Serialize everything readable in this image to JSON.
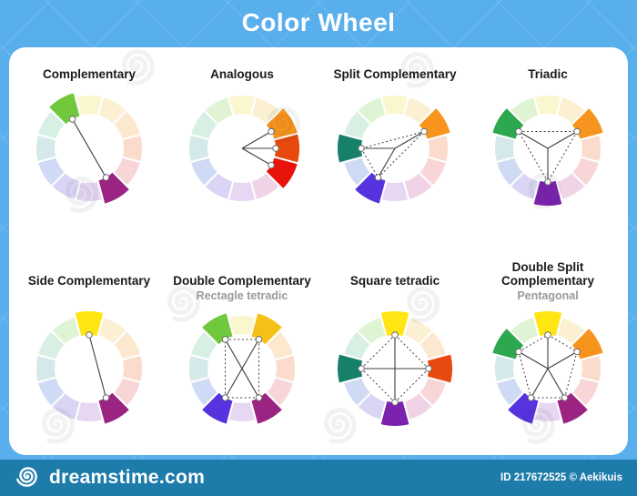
{
  "header": {
    "title": "Color Wheel"
  },
  "palette": {
    "pale": [
      "#FAF6CE",
      "#FCF0D2",
      "#FCE8CF",
      "#FBDCCC",
      "#F8D6D8",
      "#F1D3E7",
      "#E7D7F3",
      "#DAD5F4",
      "#CFDAF5",
      "#D6E9EA",
      "#D8F0E3",
      "#DFF4D4"
    ],
    "vivid": [
      "#FFE613",
      "#F6C117",
      "#F7941E",
      "#E8490F",
      "#E8140C",
      "#9B2482",
      "#7B22AE",
      "#5633DE",
      "#3B6FE0",
      "#17806A",
      "#2EA84E",
      "#71C83C"
    ]
  },
  "wheels": [
    {
      "title": "Complementary",
      "subtitle": "",
      "highlights": [
        11,
        5
      ],
      "solid_lines": [
        [
          11,
          5
        ]
      ],
      "dotted_lines": []
    },
    {
      "title": "Analogous",
      "subtitle": "",
      "highlights": [
        2,
        3,
        4
      ],
      "solid_lines": [
        [
          "C",
          2
        ],
        [
          "C",
          3
        ],
        [
          "C",
          4
        ]
      ],
      "dotted_lines": []
    },
    {
      "title": "Split Complementary",
      "subtitle": "",
      "highlights": [
        2,
        7,
        9
      ],
      "solid_lines": [
        [
          "C",
          2
        ],
        [
          "C",
          7
        ],
        [
          "C",
          9
        ]
      ],
      "dotted_lines": [
        [
          2,
          9
        ],
        [
          9,
          7
        ],
        [
          7,
          2
        ]
      ]
    },
    {
      "title": "Triadic",
      "subtitle": "",
      "highlights": [
        2,
        6,
        10
      ],
      "solid_lines": [
        [
          "C",
          2
        ],
        [
          "C",
          6
        ],
        [
          "C",
          10
        ]
      ],
      "dotted_lines": [
        [
          2,
          6
        ],
        [
          6,
          10
        ],
        [
          10,
          2
        ]
      ]
    },
    {
      "title": "Side Complementary",
      "subtitle": "",
      "highlights": [
        0,
        5
      ],
      "solid_lines": [
        [
          0,
          5
        ]
      ],
      "dotted_lines": []
    },
    {
      "title": "Double Complementary",
      "subtitle": "Rectagle tetradic",
      "highlights": [
        11,
        1,
        5,
        7
      ],
      "solid_lines": [
        [
          11,
          5
        ],
        [
          1,
          7
        ]
      ],
      "dotted_lines": [
        [
          11,
          1
        ],
        [
          1,
          5
        ],
        [
          5,
          7
        ],
        [
          7,
          11
        ]
      ]
    },
    {
      "title": "Square tetradic",
      "subtitle": "",
      "highlights": [
        0,
        3,
        6,
        9
      ],
      "solid_lines": [
        [
          "C",
          0
        ],
        [
          "C",
          3
        ],
        [
          "C",
          6
        ],
        [
          "C",
          9
        ]
      ],
      "dotted_lines": [
        [
          0,
          3
        ],
        [
          3,
          6
        ],
        [
          6,
          9
        ],
        [
          9,
          0
        ]
      ]
    },
    {
      "title": "Double Split Complementary",
      "subtitle": "Pentagonal",
      "highlights": [
        0,
        2,
        5,
        7,
        10
      ],
      "solid_lines": [
        [
          "C",
          0
        ],
        [
          "C",
          2
        ],
        [
          "C",
          5
        ],
        [
          "C",
          7
        ],
        [
          "C",
          10
        ]
      ],
      "dotted_lines": [
        [
          0,
          2
        ],
        [
          2,
          5
        ],
        [
          5,
          7
        ],
        [
          7,
          10
        ],
        [
          10,
          0
        ]
      ]
    }
  ],
  "footer": {
    "site": "dreamstime.com",
    "credit": "ID 217672525 © Aekikuis"
  },
  "colors": {
    "background": "#58AFEC",
    "footer_bar": "#1E7CAB",
    "card": "#FFFFFF",
    "line": "#3F3F3F",
    "node_stroke": "#6A6A6A",
    "title_text": "#1A1A1A",
    "subtitle_text": "#9A9A9A",
    "header_text": "#FFFFFF"
  }
}
